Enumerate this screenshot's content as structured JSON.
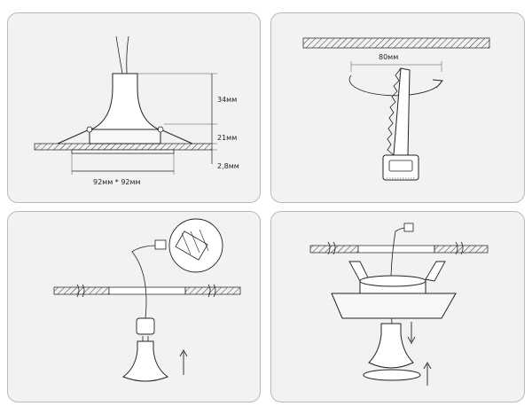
{
  "panel1": {
    "height_bulb": "34мм",
    "height_frame": "21мм",
    "thickness": "2,8мм",
    "frame_size": "92мм * 92мм"
  },
  "panel2": {
    "hole_diameter": "80мм"
  },
  "colors": {
    "panel_bg": "#f2f2f2",
    "panel_border": "#b9b9b9",
    "line": "#222222"
  }
}
